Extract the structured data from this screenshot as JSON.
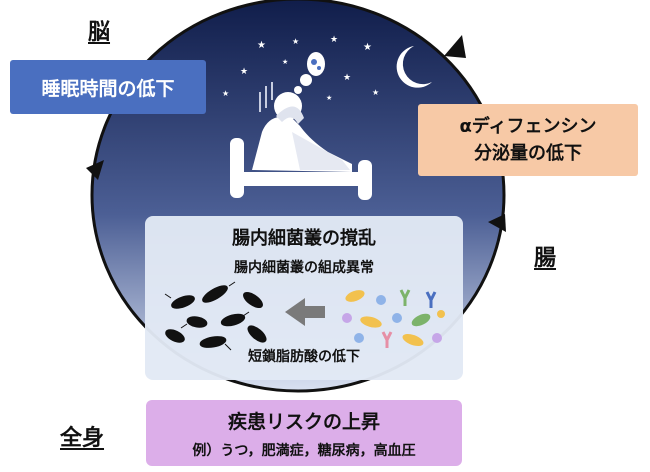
{
  "labels": {
    "brain": "脳",
    "gut": "腸",
    "whole_body": "全身"
  },
  "boxes": {
    "sleep_decline": "睡眠時間の低下",
    "alpha_defensin_line1": "αディフェンシン",
    "alpha_defensin_line2": "分泌量の低下",
    "gut_title": "腸内細菌叢の撹乱",
    "gut_sub1": "腸内細菌叢の組成異常",
    "gut_sub2": "短鎖脂肪酸の低下",
    "disease_title": "疾患リスクの上昇",
    "disease_examples": "例）うつ，肥満症，糖尿病，高血圧"
  },
  "colors": {
    "night_sky_top": "#101d4a",
    "night_sky_bottom": "#d9e1f1",
    "sleep_box": "#4a6fc0",
    "alpha_box": "#f7c9a6",
    "gut_box": "#e2e9f5",
    "disease_box": "#dcaee9",
    "cycle_stroke": "#111111"
  },
  "icons": {
    "stars": "star-icon",
    "moon": "crescent-moon-icon",
    "sleeper": "sleeping-person-in-bed-icon",
    "bad_bacteria": "black-bacteria-icon",
    "good_bacteria": "colorful-bacteria-icon",
    "arrow": "left-arrow-icon",
    "cycle_arrow": "cycle-arrowhead-icon"
  }
}
